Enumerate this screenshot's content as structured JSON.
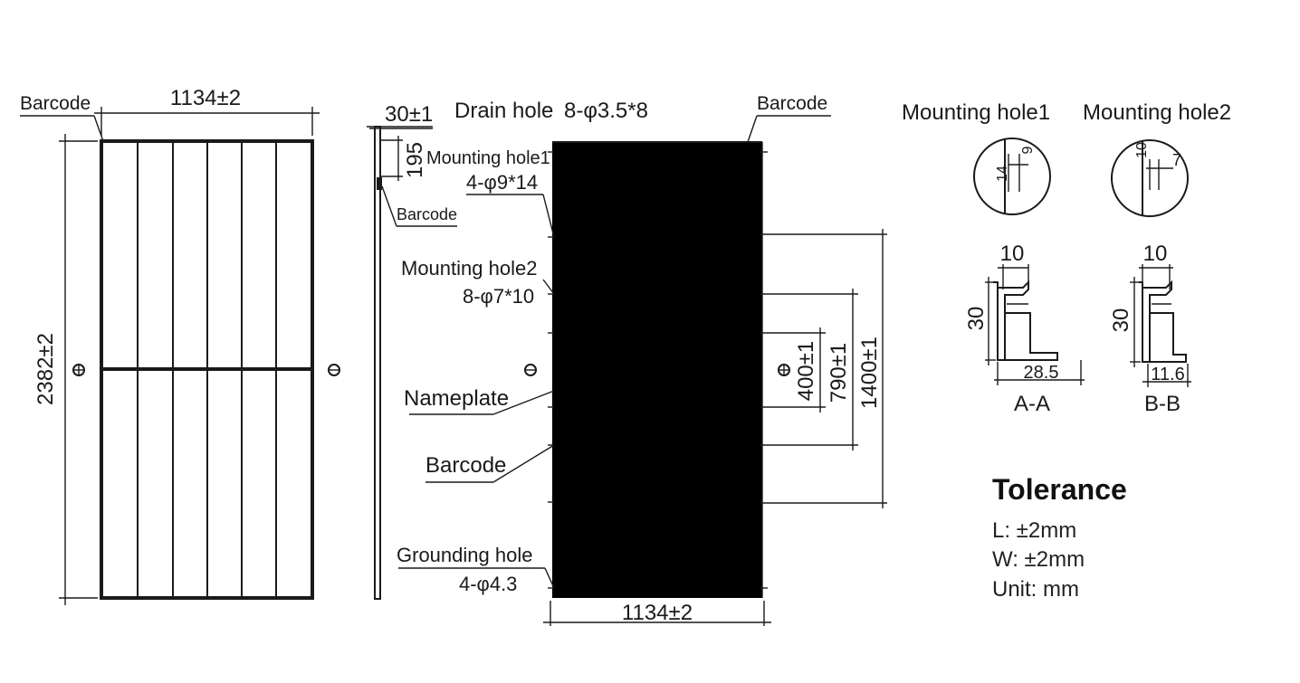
{
  "front_view": {
    "width_dim": "1134±2",
    "height_dim": "2382±2",
    "barcode_label": "Barcode"
  },
  "side_view": {
    "thickness_dim": "30±1",
    "offset_dim": "195",
    "barcode_label": "Barcode"
  },
  "back_view": {
    "drain_hole_label": "Drain hole",
    "drain_hole_spec": "8-φ3.5*8",
    "barcode_top_label": "Barcode",
    "mounting_hole1_label": "Mounting hole1",
    "mounting_hole1_spec": "4-φ9*14",
    "mounting_hole2_label": "Mounting hole2",
    "mounting_hole2_spec": "8-φ7*10",
    "nameplate_label": "Nameplate",
    "barcode_label": "Barcode",
    "grounding_hole_label": "Grounding hole",
    "grounding_hole_spec": "4-φ4.3",
    "width_dim": "1134±2",
    "spacing_400": "400±1",
    "spacing_790": "790±1",
    "spacing_1400": "1400±1"
  },
  "details": {
    "mh1_title": "Mounting hole1",
    "mh2_title": "Mounting hole2",
    "mh1_dim_a": "14",
    "mh1_dim_b": "9",
    "mh2_dim_a": "10",
    "mh2_dim_b": "7",
    "section_a_width": "10",
    "section_a_height": "30",
    "section_a_base": "28.5",
    "section_a_label": "A-A",
    "section_b_width": "10",
    "section_b_height": "30",
    "section_b_base": "11.6",
    "section_b_label": "B-B"
  },
  "tolerance": {
    "title": "Tolerance",
    "length": "L: ±2mm",
    "width": "W: ±2mm",
    "unit": "Unit: mm"
  }
}
